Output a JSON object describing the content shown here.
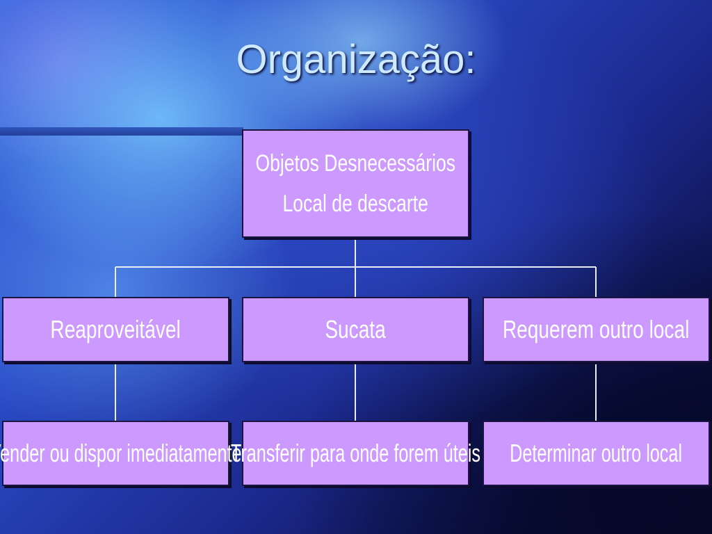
{
  "slide": {
    "title": "Organização:"
  },
  "org_chart": {
    "root": {
      "line1": "Objetos Desnecessários",
      "line2": "Local de descarte"
    },
    "categories": [
      {
        "label": "Reaproveitável",
        "action": "Vender ou dispor imediatamente"
      },
      {
        "label": "Sucata",
        "action": "Transferir para onde forem úteis"
      },
      {
        "label": "Requerem outro local",
        "action": "Determinar outro local"
      }
    ]
  },
  "colors": {
    "box_fill": "#cc99ff",
    "box_text": "#ffffff",
    "connector": "#e8eefc",
    "title_text": "#cfeaff"
  }
}
